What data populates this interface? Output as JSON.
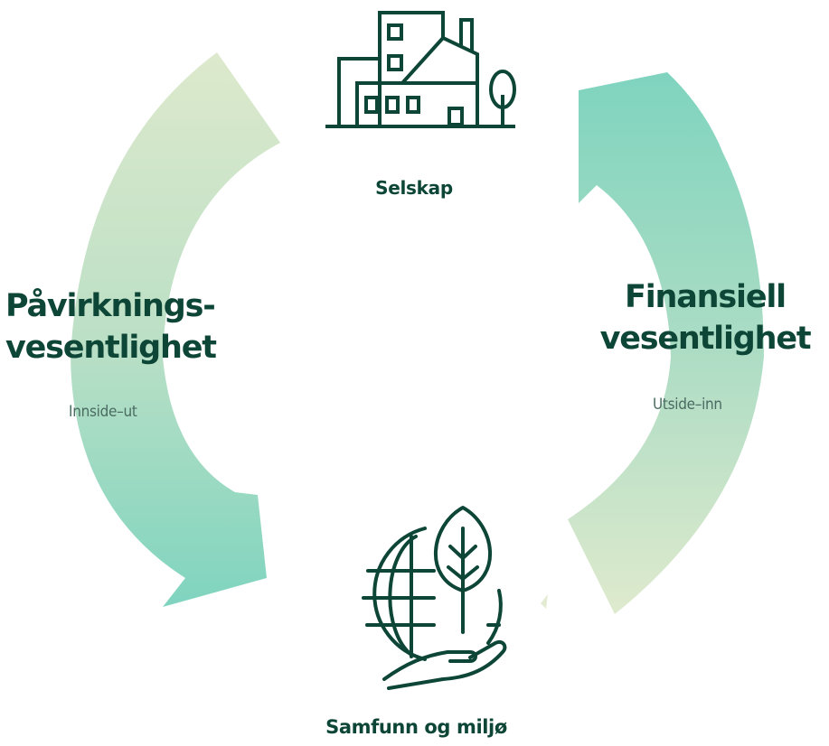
{
  "nodes": {
    "top": {
      "label": "Selskap",
      "icon": "factory-building-icon"
    },
    "bottom": {
      "label": "Samfunn og miljø",
      "icon": "globe-tree-hand-icon"
    }
  },
  "left_cycle": {
    "title_line1": "Påvirknings-",
    "title_line2": "vesentlighet",
    "subtitle": "Innside–ut"
  },
  "right_cycle": {
    "title_line1": "Finansiell",
    "title_line2": "vesentlighet",
    "subtitle": "Utside–inn"
  },
  "colors": {
    "dark_green": "#0d4637",
    "teal": "#7fd3bf",
    "pale_green": "#dbe9cc",
    "subtitle_gray": "#4a6b62"
  }
}
